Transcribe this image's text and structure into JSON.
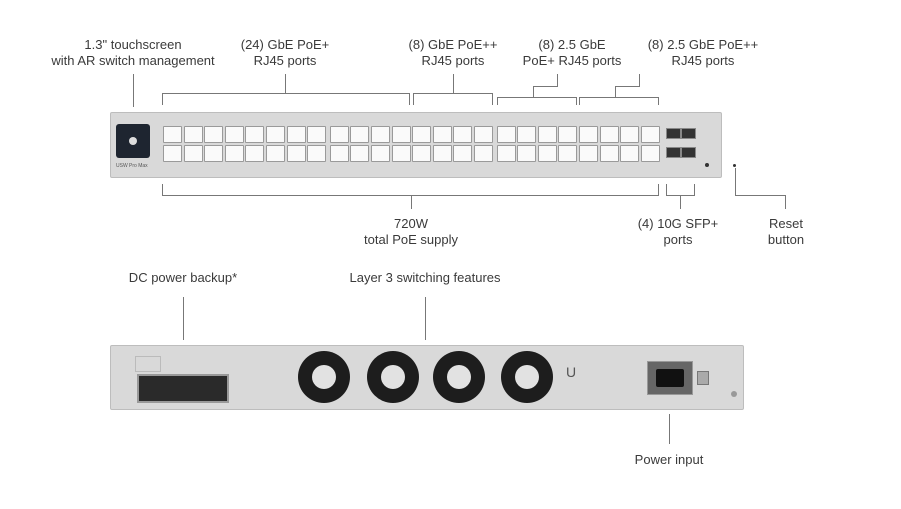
{
  "labels": {
    "touchscreen": [
      "1.3\" touchscreen",
      "with AR switch management"
    ],
    "gbe_poe_plus": [
      "(24) GbE PoE+",
      "RJ45 ports"
    ],
    "gbe_poe_plusplus": [
      "(8) GbE PoE++",
      "RJ45 ports"
    ],
    "ge25_poe_plus": [
      "(8) 2.5 GbE",
      "PoE+ RJ45 ports"
    ],
    "ge25_poe_plusplus": [
      "(8) 2.5 GbE PoE++",
      "RJ45 ports"
    ],
    "poe_supply": [
      "720W",
      "total PoE supply"
    ],
    "sfp": [
      "(4) 10G SFP+",
      "ports"
    ],
    "reset": [
      "Reset",
      "button"
    ],
    "dc_backup": "DC power backup*",
    "layer3": "Layer 3 switching features",
    "power_input": "Power input"
  },
  "device": {
    "model": "USW Pro Max"
  }
}
